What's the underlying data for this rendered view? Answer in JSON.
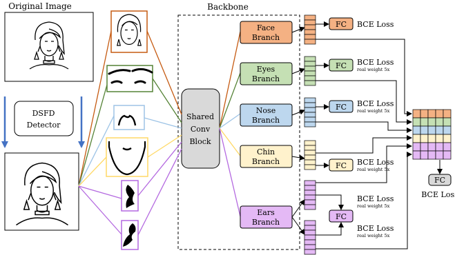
{
  "labels": {
    "original_image": "Original Image",
    "backbone": "Backbone",
    "detector_line1": "DSFD",
    "detector_line2": "Detector",
    "shared_line1": "Shared",
    "shared_line2": "Conv",
    "shared_line3": "Block",
    "fc": "FC",
    "bce_loss": "BCE Loss",
    "real_weight": "real weight 5x"
  },
  "branches": [
    {
      "line1": "Face",
      "line2": "Branch"
    },
    {
      "line1": "Eyes",
      "line2": "Branch"
    },
    {
      "line1": "Nose",
      "line2": "Branch"
    },
    {
      "line1": "Chin",
      "line2": "Branch"
    },
    {
      "line1": "Ears",
      "line2": "Branch"
    }
  ],
  "colors": {
    "face": "#f4b183",
    "face_line": "#c55a11",
    "eyes": "#c5e0b4",
    "eyes_line": "#548235",
    "nose": "#bdd7ee",
    "nose_line": "#5b9bd5",
    "chin": "#fff2cc",
    "chin_line": "#ffd966",
    "ears": "#e4b9f5",
    "ears_line": "#b469e0",
    "shared_fill": "#d9d9d9",
    "detector_arrow": "#4472c4"
  }
}
